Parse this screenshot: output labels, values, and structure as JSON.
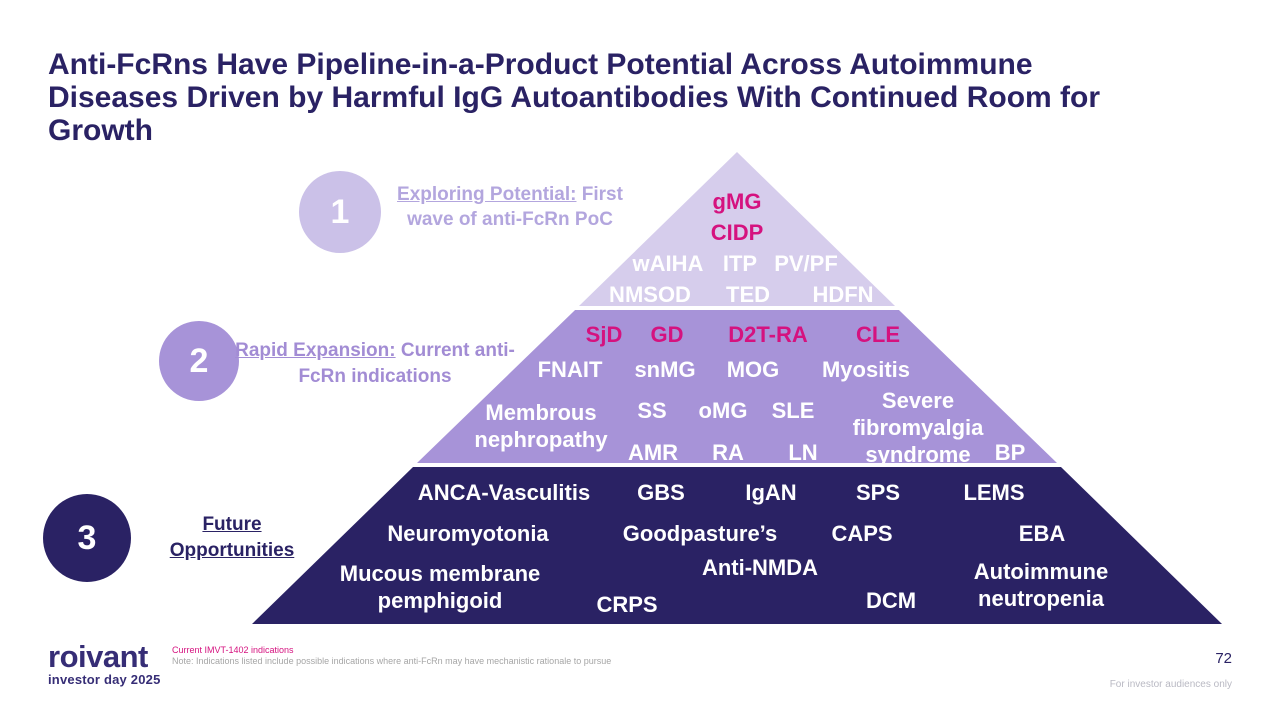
{
  "slide": {
    "title_lines": [
      "Anti-FcRns Have Pipeline-in-a-Product Potential Across Autoimmune",
      "Diseases Driven by Harmful IgG Autoantibodies With Continued Room for",
      "Growth"
    ],
    "page_number": "72",
    "audience_note": "For investor audiences only"
  },
  "legend": {
    "highlight_meaning": "Current IMVT-1402 indications",
    "note": "Note: Indications listed include possible indications where anti-FcRn may have mechanistic rationale to pursue"
  },
  "logo": {
    "name": "roivant",
    "subtitle": "investor day 2025"
  },
  "colors": {
    "navy": "#2A2264",
    "pink": "#D5127F",
    "tier1_bg": "#D6CDEC",
    "tier2_bg": "#A793D8",
    "tier3_bg": "#2A2264",
    "tier1_label": "#B3A6DE",
    "tier2_label": "#A28CD4",
    "circle1_bg": "#CBC1E8",
    "footnote_gray": "#A6A6A6",
    "audience_gray": "#B9B9C3",
    "logo": "#362D76"
  },
  "tiers": [
    {
      "number": "1",
      "label_heading": "Exploring Potential:",
      "label_rest": "First wave of anti-FcRn PoC",
      "items": [
        {
          "label": "gMG",
          "current_1402": true
        },
        {
          "label": "CIDP",
          "current_1402": true
        },
        {
          "label": "wAIHA",
          "current_1402": false
        },
        {
          "label": "ITP",
          "current_1402": false
        },
        {
          "label": "PV/PF",
          "current_1402": false
        },
        {
          "label": "NMSOD",
          "current_1402": false
        },
        {
          "label": "TED",
          "current_1402": false
        },
        {
          "label": "HDFN",
          "current_1402": false
        }
      ]
    },
    {
      "number": "2",
      "label_heading": "Rapid Expansion:",
      "label_rest": "Current anti-FcRn indications",
      "items": [
        {
          "label": "SjD",
          "current_1402": true
        },
        {
          "label": "GD",
          "current_1402": true
        },
        {
          "label": "D2T-RA",
          "current_1402": true
        },
        {
          "label": "CLE",
          "current_1402": true
        },
        {
          "label": "FNAIT",
          "current_1402": false
        },
        {
          "label": "snMG",
          "current_1402": false
        },
        {
          "label": "MOG",
          "current_1402": false
        },
        {
          "label": "Myositis",
          "current_1402": false
        },
        {
          "label": "Membrous nephropathy",
          "current_1402": false
        },
        {
          "label": "SS",
          "current_1402": false
        },
        {
          "label": "oMG",
          "current_1402": false
        },
        {
          "label": "SLE",
          "current_1402": false
        },
        {
          "label": "Severe fibromyalgia syndrome",
          "current_1402": false
        },
        {
          "label": "AMR",
          "current_1402": false
        },
        {
          "label": "RA",
          "current_1402": false
        },
        {
          "label": "LN",
          "current_1402": false
        },
        {
          "label": "BP",
          "current_1402": false
        }
      ]
    },
    {
      "number": "3",
      "label_heading": "Future Opportunities",
      "label_rest": "",
      "items": [
        {
          "label": "ANCA-Vasculitis",
          "current_1402": false
        },
        {
          "label": "GBS",
          "current_1402": false
        },
        {
          "label": "IgAN",
          "current_1402": false
        },
        {
          "label": "SPS",
          "current_1402": false
        },
        {
          "label": "LEMS",
          "current_1402": false
        },
        {
          "label": "Neuromyotonia",
          "current_1402": false
        },
        {
          "label": "Goodpasture’s",
          "current_1402": false
        },
        {
          "label": "CAPS",
          "current_1402": false
        },
        {
          "label": "EBA",
          "current_1402": false
        },
        {
          "label": "Mucous membrane pemphigoid",
          "current_1402": false
        },
        {
          "label": "Anti-NMDA",
          "current_1402": false
        },
        {
          "label": "Autoimmune neutropenia",
          "current_1402": false
        },
        {
          "label": "CRPS",
          "current_1402": false
        },
        {
          "label": "DCM",
          "current_1402": false
        }
      ]
    }
  ]
}
